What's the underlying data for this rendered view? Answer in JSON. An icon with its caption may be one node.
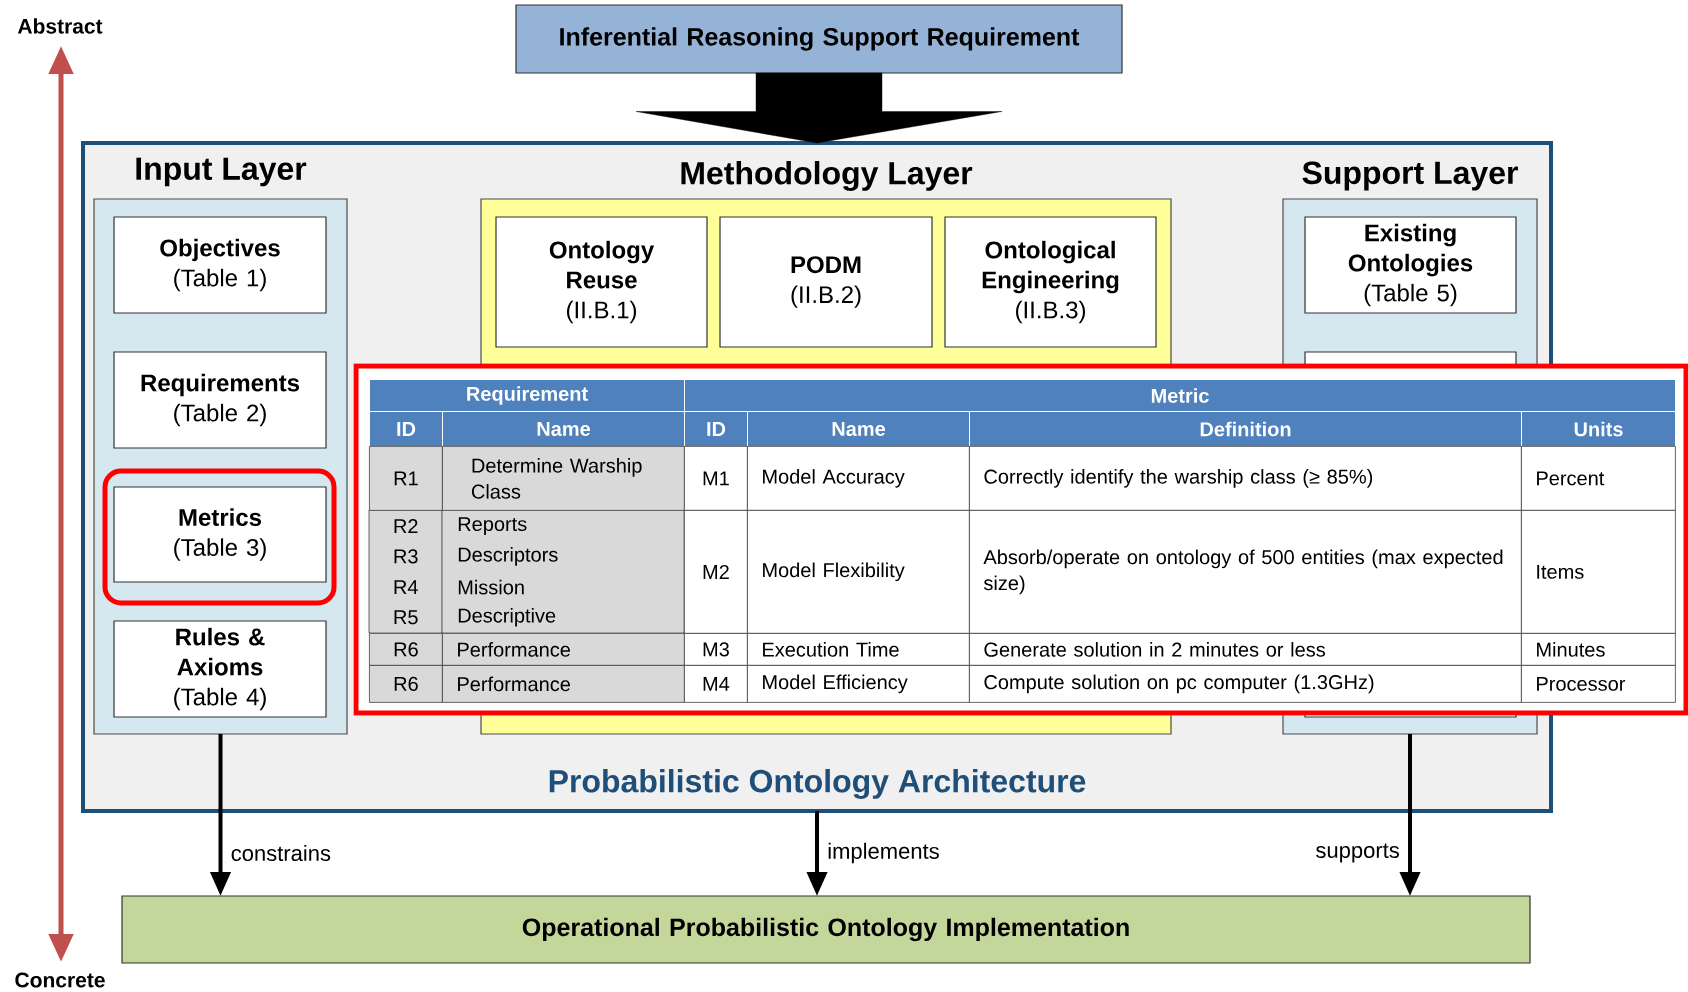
{
  "diagram": {
    "nodes": [
      {
        "text": [
          "Inferential Reasoning Support Requirement"
        ]
      },
      {
        "text": [
          "Probabilistic Ontology Architecture"
        ]
      },
      {
        "text": [
          "Input Layer"
        ],
        "in": 1
      },
      {
        "text": [
          "Objectives",
          "(Table 1)"
        ],
        "in": 2
      },
      {
        "text": [
          "Requirements",
          "(Table 2)"
        ],
        "in": 2
      },
      {
        "text": [
          "Metrics",
          "(Table 3)"
        ],
        "in": 2
      },
      {
        "text": [
          "Rules & Axioms",
          "(Table 4)"
        ],
        "in": 2
      },
      {
        "text": [
          "Methodology Layer"
        ],
        "in": 1
      },
      {
        "text": [
          "Ontology Reuse",
          "(II.B.1)"
        ],
        "in": 7
      },
      {
        "text": [
          "PODM",
          "(II.B.2)"
        ],
        "in": 7
      },
      {
        "text": [
          "Ontological Engineering",
          "(II.B.3)"
        ],
        "in": 7
      },
      {
        "text": [
          "Support Layer"
        ],
        "in": 1
      },
      {
        "text": [
          "Existing Ontologies",
          "(Table 5)"
        ],
        "in": 11
      },
      {
        "text": [],
        "shape": "box",
        "in": 11
      },
      {
        "text": [
          "Operational Probabilistic Ontology Implementation"
        ]
      }
    ],
    "edges": [
      {
        "from": 0,
        "to": 1,
        "arrow": "to",
        "style": "thick"
      },
      {
        "from": 2,
        "to": 14,
        "arrow": "to",
        "label": "constrains"
      },
      {
        "from": 1,
        "to": 14,
        "arrow": "to",
        "label": "implements"
      },
      {
        "from": 11,
        "to": 14,
        "arrow": "to",
        "label": "supports"
      }
    ],
    "labels": [
      "Abstract",
      "Concrete",
      "Requirement",
      "Metric",
      "ID",
      "Name",
      "ID",
      "Name",
      "Definition",
      "Units",
      "R1",
      "Determine Warship Class",
      "M1",
      "Model Accuracy",
      "Correctly identify the warship class (≥ 85%)",
      "Percent",
      "R2",
      "Reports",
      "R3",
      "Descriptors",
      "R4",
      "Mission",
      "R5",
      "Descriptive",
      "M2",
      "Model Flexibility",
      "Absorb/operate on ontology of 500 entities (max expected size)",
      "Items",
      "R6",
      "Performance",
      "M3",
      "Execution Time",
      "Generate solution in 2 minutes or less",
      "Minutes",
      "R6",
      "Performance",
      "M4",
      "Model Efficiency",
      "Compute solution on pc computer (1.3GHz)",
      "Processor"
    ]
  }
}
